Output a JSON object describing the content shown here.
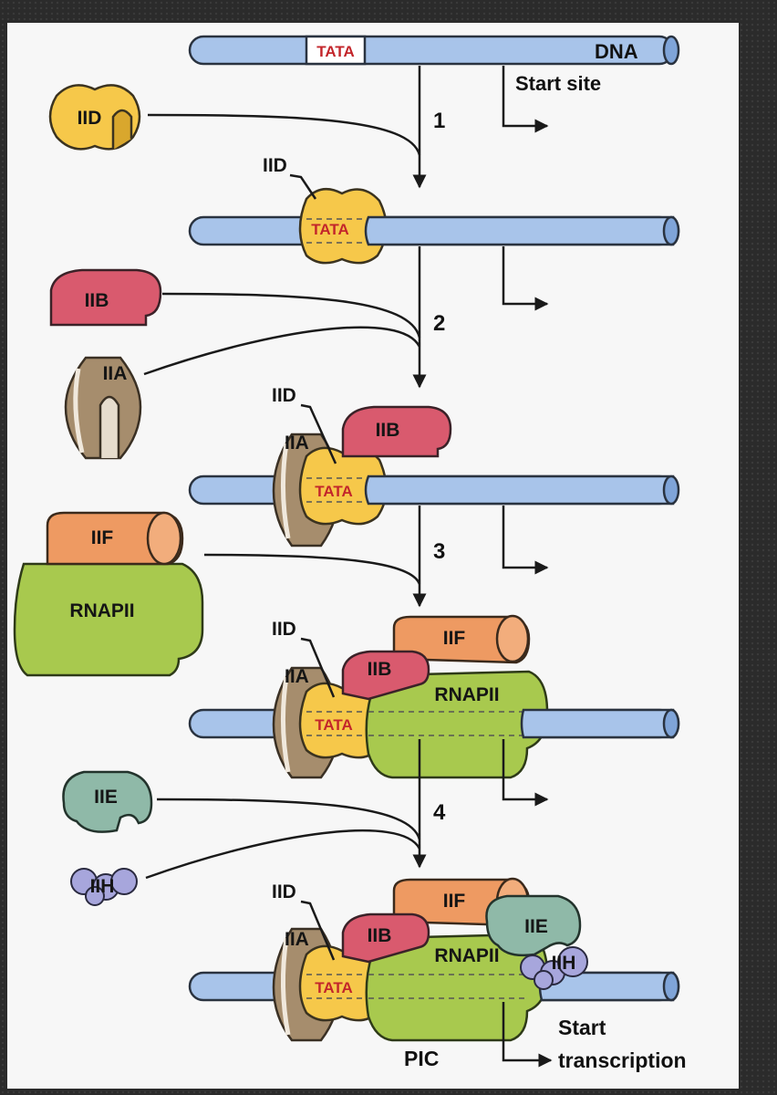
{
  "labels": {
    "dna": "DNA",
    "start_site": "Start site",
    "tata": "TATA",
    "iid": "IID",
    "iib": "IIB",
    "iia": "IIA",
    "iif": "IIF",
    "rnapii": "RNAPII",
    "iie": "IIE",
    "iih": "IIH",
    "pic": "PIC",
    "start": "Start",
    "transcription": "transcription"
  },
  "steps": [
    "1",
    "2",
    "3",
    "4"
  ],
  "colors": {
    "dna": "#a8c4ea",
    "tata_text": "#c3262b",
    "iid": "#f6c84a",
    "iib": "#d95a6e",
    "iia": "#a68d6d",
    "iif": "#ee9a62",
    "rnapii": "#a8c94e",
    "iie": "#8fb9a8",
    "iih": "#a7a6dc"
  }
}
